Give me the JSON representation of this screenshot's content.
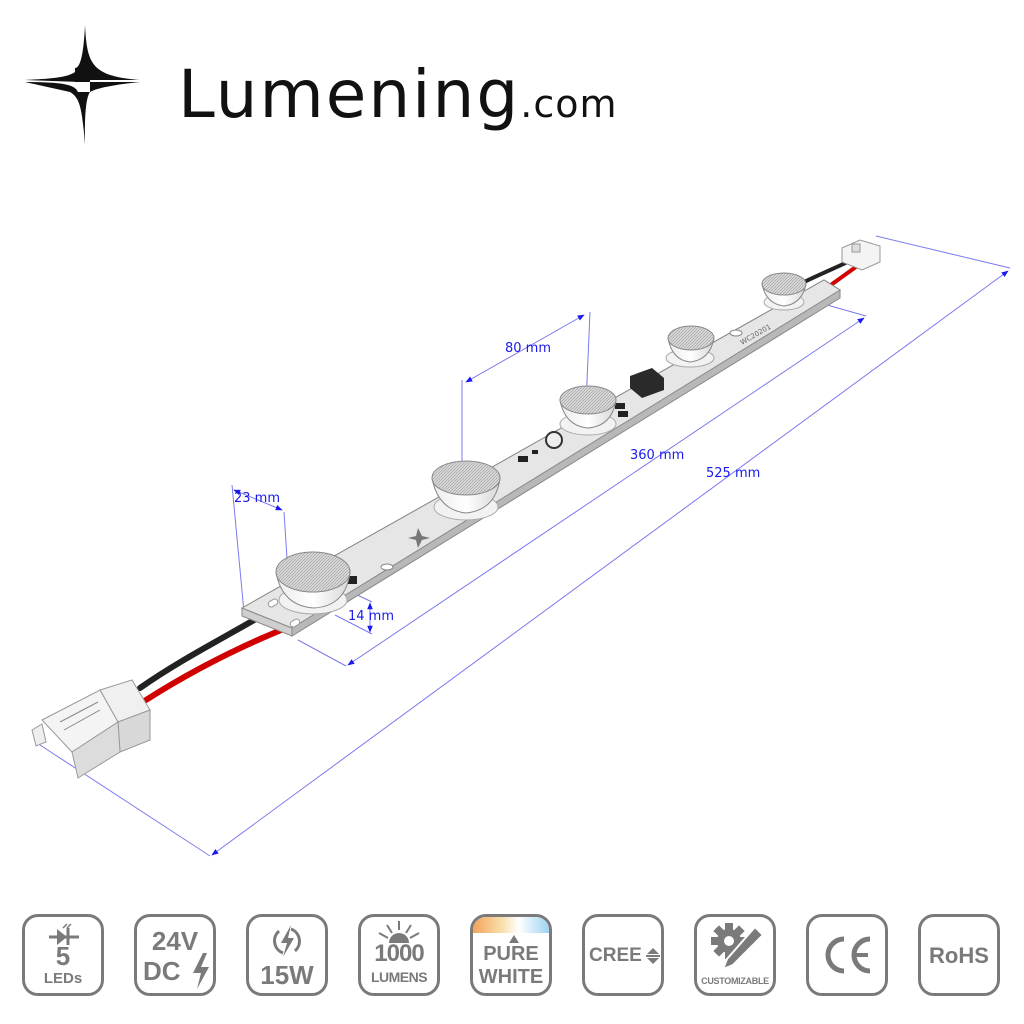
{
  "brand": {
    "name": "Lumening",
    "tld": ".com",
    "logo_icon": "four-point-star-icon",
    "text_color": "#111111"
  },
  "product": {
    "description": "LED light bar with 5 lenses, wire leads and connectors on both ends",
    "board_color": "#dedede",
    "wire_colors": {
      "negative": "#222222",
      "positive": "#d10000"
    },
    "led_count": 5
  },
  "dimensions": {
    "color": "#1a1aee",
    "led_pitch": "80 mm",
    "board_length": "360 mm",
    "overall_length": "525 mm",
    "board_width": "23 mm",
    "height": "14 mm"
  },
  "badges": [
    {
      "id": "leds",
      "icon": "led-diode-icon",
      "line1": "5",
      "line2": "LEDs"
    },
    {
      "id": "voltage",
      "icon": "lightning-bolt-icon",
      "line1": "24V",
      "line2": "DC"
    },
    {
      "id": "power",
      "icon": "power-bolt-circle-icon",
      "line1": "15W"
    },
    {
      "id": "lumens",
      "icon": "sun-rays-icon",
      "line1": "1000",
      "line2": "LUMENS"
    },
    {
      "id": "color",
      "icon": "color-temperature-gradient-icon",
      "line1": "PURE",
      "line2": "WHITE",
      "gradient": [
        "#f4a35a",
        "#f8e2b0",
        "#ffffff",
        "#9fd4f2"
      ]
    },
    {
      "id": "cree",
      "icon": "cree-logo-icon",
      "line1": "CREE"
    },
    {
      "id": "custom",
      "icon": "gear-pencil-icon",
      "line1": "CUSTOMIZABLE"
    },
    {
      "id": "ce",
      "icon": "ce-mark-icon",
      "line1": "CE"
    },
    {
      "id": "rohs",
      "icon": "rohs-icon",
      "line1": "RoHS"
    }
  ],
  "badge_color": "#7a7a7a"
}
